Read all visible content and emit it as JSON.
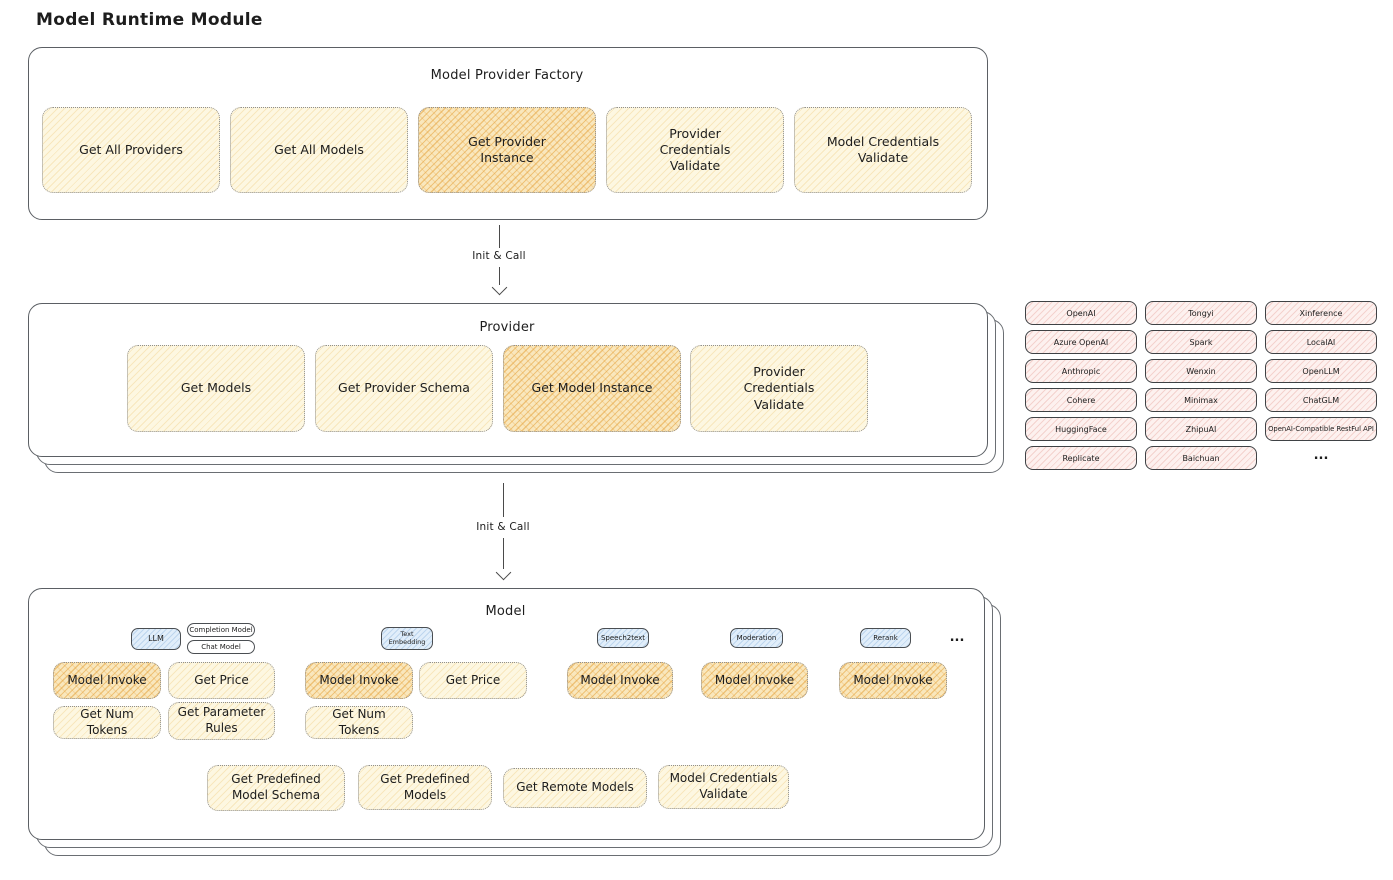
{
  "title": "Model Runtime Module",
  "arrow_label": "Init & Call",
  "factory": {
    "title": "Model Provider Factory",
    "items": [
      "Get All Providers",
      "Get All Models",
      "Get Provider Instance",
      "Provider Credentials Validate",
      "Model Credentials Validate"
    ]
  },
  "provider": {
    "title": "Provider",
    "items": [
      "Get Models",
      "Get Provider Schema",
      "Get Model Instance",
      "Provider Credentials Validate"
    ]
  },
  "vendors": {
    "items": [
      "OpenAI",
      "Tongyi",
      "Xinference",
      "Azure OpenAI",
      "Spark",
      "LocalAI",
      "Anthropic",
      "Wenxin",
      "OpenLLM",
      "Cohere",
      "Minimax",
      "ChatGLM",
      "HuggingFace",
      "ZhipuAI",
      "OpenAI-Compatible RestFul API",
      "Replicate",
      "Baichuan"
    ],
    "more": "..."
  },
  "model": {
    "title": "Model",
    "types": {
      "llm": "LLM",
      "completion": "Completion Model",
      "chat": "Chat Model",
      "embedding": "Text Embedding",
      "speech": "Speech2text",
      "moderation": "Moderation",
      "rerank": "Rerank"
    },
    "more": "...",
    "ops": {
      "invoke": "Model Invoke",
      "price": "Get Price",
      "num_tokens": "Get Num Tokens",
      "param_rules": "Get Parameter Rules",
      "predefined_schema": "Get Predefined Model Schema",
      "predefined_models": "Get Predefined Models",
      "remote_models": "Get Remote Models",
      "credentials_validate": "Model Credentials Validate"
    }
  },
  "colors": {
    "yellow_light": "#fdf7e1",
    "yellow_highlight": "#f9e7bd",
    "pink": "#fdf1ef",
    "blue": "#e1eefa",
    "stroke_dark": "#4a4a4a",
    "panel_border": "#5b5f64"
  }
}
